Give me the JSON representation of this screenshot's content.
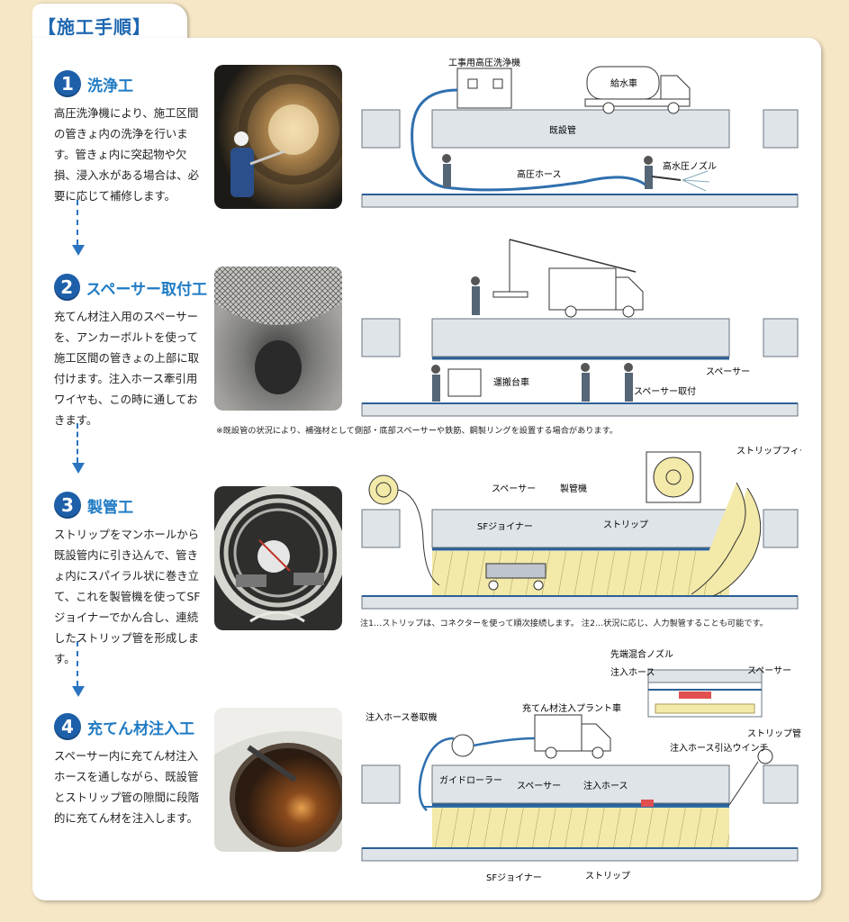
{
  "header": {
    "title": "【施工手順】"
  },
  "steps": [
    {
      "number": "1",
      "title": "洗浄工",
      "description": "高圧洗浄機により、施工区間の管きょ内の洗浄を行います。管きょ内に突起物や欠損、浸入水がある場合は、必要に応じて補修します。"
    },
    {
      "number": "2",
      "title": "スペーサー取付工",
      "description": "充てん材注入用のスペーサーを、アンカーボルトを使って施工区間の管きょの上部に取付けます。注入ホース牽引用ワイヤも、この時に通しておきます。"
    },
    {
      "number": "3",
      "title": "製管工",
      "description": "ストリップをマンホールから既設管内に引き込んで、管きょ内にスパイラル状に巻き立て、これを製管機を使ってSFジョイナーでかん合し、連続したストリップ管を形成します。"
    },
    {
      "number": "4",
      "title": "充てん材注入工",
      "description": "スペーサー内に充てん材注入ホースを通しながら、既設管とストリップ管の隙間に段階的に充てん材を注入します。"
    }
  ],
  "diagram1": {
    "washer": "工事用高圧洗浄機",
    "water_truck": "給水車",
    "existing_pipe": "既設管",
    "hose": "高圧ホース",
    "nozzle": "高水圧ノズル"
  },
  "diagram2": {
    "cart": "運搬台車",
    "spacer": "スペーサー",
    "spacer_install": "スペーサー取付"
  },
  "note1": "※既設管の状況により、補強材として側部・底部スペーサーや鉄筋、鋼製リングを設置する場合があります。",
  "diagram3": {
    "feeder": "ストリップフィーダー",
    "spacer": "スペーサー",
    "machine": "製管機",
    "joiner": "SFジョイナー",
    "strip": "ストリップ"
  },
  "note2": "注1…ストリップは、コネクターを使って順次接続します。 注2…状況に応じ、人力製管することも可能です。",
  "diagram4": {
    "nozzle": "先端混合ノズル",
    "hose": "注入ホース",
    "spacer": "スペーサー",
    "strip_pipe": "ストリップ管",
    "reel": "注入ホース巻取機",
    "plant": "充てん材注入プラント車",
    "winch": "注入ホース引込ウインチ",
    "roller": "ガイドローラー",
    "spacer2": "スペーサー",
    "hose2": "注入ホース",
    "joiner": "SFジョイナー",
    "strip": "ストリップ"
  },
  "colors": {
    "accent": "#1e5fa9",
    "title_blue": "#1f7bc4",
    "background": "#f6e7c6",
    "strip_yellow": "#f3e9a8"
  }
}
